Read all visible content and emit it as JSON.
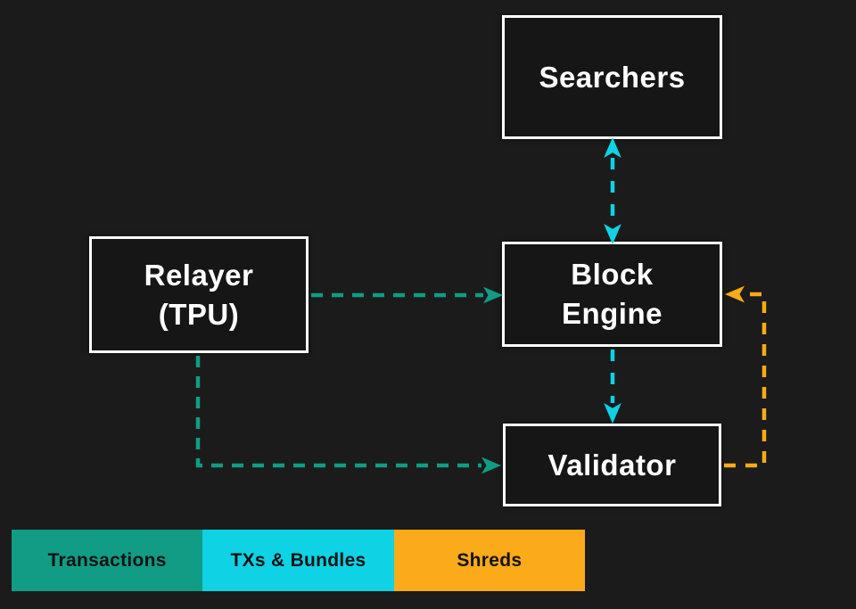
{
  "colors": {
    "background": "#1b1b1b",
    "node_fill": "#161616",
    "node_border": "#ffffff",
    "node_text": "#ffffff",
    "teal": "#109c85",
    "cyan": "#0fd2e4",
    "orange": "#fbaa19",
    "legend_text": "#121212"
  },
  "nodes": {
    "searchers": {
      "label": "Searchers"
    },
    "relayer": {
      "label": "Relayer\n(TPU)"
    },
    "block_engine": {
      "label": "Block\nEngine"
    },
    "validator": {
      "label": "Validator"
    }
  },
  "edges": [
    {
      "from": "Searchers",
      "to": "Block Engine",
      "style": "dashed",
      "color": "cyan",
      "bidirectional": true
    },
    {
      "from": "Relayer (TPU)",
      "to": "Block Engine",
      "style": "dashed",
      "color": "teal",
      "bidirectional": false
    },
    {
      "from": "Block Engine",
      "to": "Validator",
      "style": "dashed",
      "color": "cyan",
      "bidirectional": false
    },
    {
      "from": "Relayer (TPU)",
      "to": "Validator",
      "style": "dashed",
      "color": "teal",
      "bidirectional": false
    },
    {
      "from": "Validator",
      "to": "Block Engine",
      "style": "dashed",
      "color": "orange",
      "bidirectional": false
    }
  ],
  "legend": {
    "items": [
      {
        "label": "Transactions",
        "color": "#109c85"
      },
      {
        "label": "TXs & Bundles",
        "color": "#0fd2e4"
      },
      {
        "label": "Shreds",
        "color": "#fbaa19"
      }
    ]
  }
}
